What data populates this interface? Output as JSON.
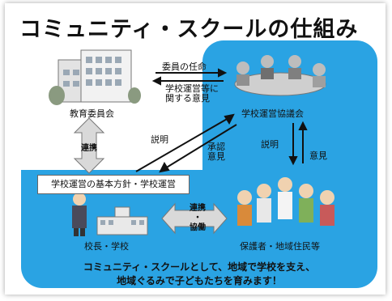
{
  "title": "コミュニティ・スクールの仕組み",
  "labels": {
    "board": "教育委員会",
    "council": "学校運営協議会",
    "principal": "校長・学校",
    "guardians": "保護者・地域住民等",
    "policy_box": "学校運営の基本方針・学校運営"
  },
  "arrows": {
    "appoint": "委員の任命",
    "opinion_line1": "学校運営等に",
    "opinion_line2": "関する意見",
    "renkei": "連携",
    "explain_left": "説明",
    "approve_line1": "承認",
    "approve_line2": "意見",
    "explain_right": "説明",
    "opinion_right": "意見",
    "collab_line1": "連携",
    "collab_line2": "・",
    "collab_line3": "協働"
  },
  "footer": {
    "line1": "コミュニティ・スクールとして、地域で学校を支え、",
    "line2": "地域ぐるみで子どもたちを育みます！"
  },
  "colors": {
    "blue": "#2aa3e3",
    "arrow_fill": "#d9d9d9"
  }
}
